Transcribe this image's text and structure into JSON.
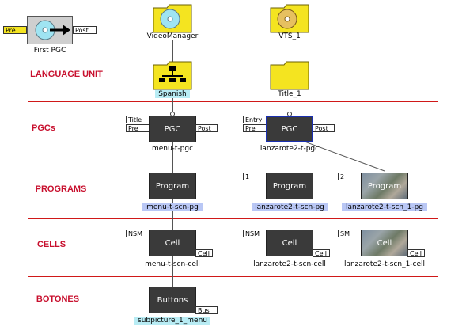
{
  "colors": {
    "row_label": "#c8102e",
    "separator": "#d01818",
    "folder_yellow": "#f4e420",
    "node_dark": "#3a3a3a",
    "caption_highlight": "#b9c7f5",
    "caption_cyan": "#b8ecf4"
  },
  "first_pgc": {
    "pre": "Pre",
    "post": "Post",
    "label": "First PGC",
    "icon": "dvd-play-icon"
  },
  "top": {
    "video_manager": {
      "label": "VideoManager",
      "icon": "dvd-folder-icon"
    },
    "vts": {
      "label": "VTS_1",
      "icon": "dvd-folder-icon"
    }
  },
  "rows": {
    "language": "LANGUAGE UNIT",
    "pgcs": "PGCs",
    "programs": "PROGRAMS",
    "cells": "CELLS",
    "botones": "BOTONES"
  },
  "language_units": [
    {
      "label": "Spanish",
      "icon": "hierarchy-folder-icon"
    },
    {
      "label": "Title_1",
      "icon": "folder-icon"
    }
  ],
  "pgcs": [
    {
      "node": "PGC",
      "tag_top": "Title",
      "tag_pre": "Pre",
      "tag_post": "Post",
      "label": "menu-t-pgc"
    },
    {
      "node": "PGC",
      "tag_top": "Entry",
      "tag_pre": "Pre",
      "tag_post": "Post",
      "label": "lanzarote2-t-pgc"
    }
  ],
  "programs": [
    {
      "node": "Program",
      "number": "",
      "label": "menu-t-scn-pg"
    },
    {
      "node": "Program",
      "number": "1",
      "label": "lanzarote2-t-scn-pg"
    },
    {
      "node": "Program",
      "number": "2",
      "label": "lanzarote2-t-scn_1-pg"
    }
  ],
  "cells": [
    {
      "node": "Cell",
      "tag_left": "NSM",
      "tag_right": "Cell",
      "label": "menu-t-scn-cell"
    },
    {
      "node": "Cell",
      "tag_left": "NSM",
      "tag_right": "Cell",
      "label": "lanzarote2-t-scn-cell"
    },
    {
      "node": "Cell",
      "tag_left": "SM",
      "tag_right": "Cell",
      "label": "lanzarote2-t-scn_1-cell"
    }
  ],
  "buttons": {
    "node": "Buttons",
    "tag_right": "Bus",
    "label": "subpicture_1_menu"
  }
}
